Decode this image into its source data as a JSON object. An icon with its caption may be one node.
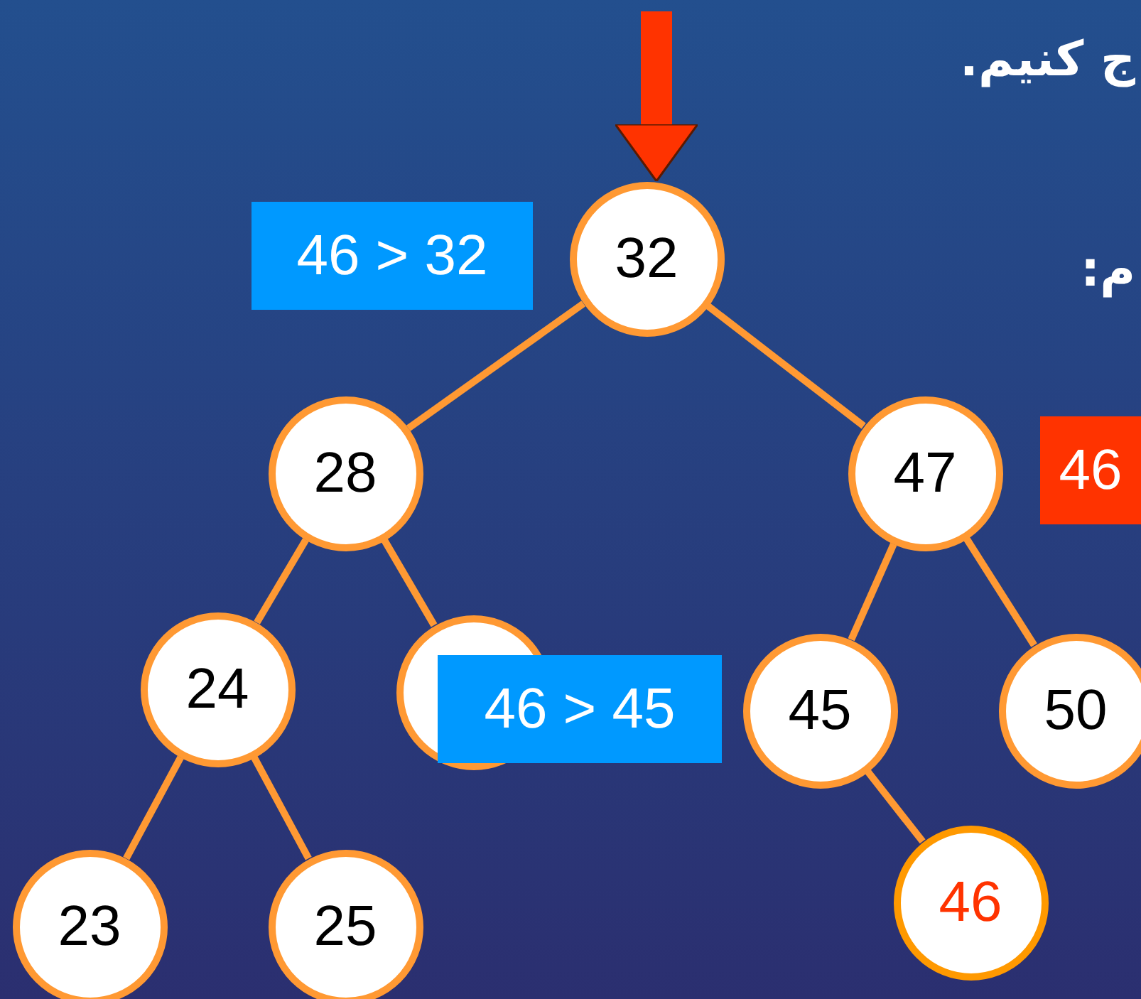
{
  "diagram": {
    "nodes": [
      {
        "text": [
          "32"
        ]
      },
      {
        "text": [
          "28"
        ]
      },
      {
        "text": [
          "47"
        ]
      },
      {
        "text": [
          "24"
        ]
      },
      {
        "text": [],
        "shape": "circle"
      },
      {
        "text": [
          "45"
        ]
      },
      {
        "text": [
          "50"
        ]
      },
      {
        "text": [
          "23"
        ]
      },
      {
        "text": [
          "25"
        ]
      },
      {
        "text": [
          "46"
        ]
      },
      {
        "text": [
          "46 > 32"
        ]
      },
      {
        "text": [
          "46 > 45"
        ]
      },
      {
        "text": [
          "46"
        ]
      }
    ],
    "edges": [
      {
        "from": null,
        "to": 0,
        "arrow": "to",
        "style": "thick",
        "color": "#ff3300"
      },
      {
        "from": 0,
        "to": 1,
        "arrow": "none"
      },
      {
        "from": 0,
        "to": 2,
        "arrow": "none"
      },
      {
        "from": 1,
        "to": 3,
        "arrow": "none"
      },
      {
        "from": 1,
        "to": 4,
        "arrow": "none"
      },
      {
        "from": 2,
        "to": 5,
        "arrow": "none"
      },
      {
        "from": 2,
        "to": 6,
        "arrow": "none"
      },
      {
        "from": 3,
        "to": 7,
        "arrow": "none"
      },
      {
        "from": 3,
        "to": 8,
        "arrow": "none"
      },
      {
        "from": 5,
        "to": 9,
        "arrow": "none"
      }
    ],
    "labels": [
      "ج کنیم.",
      "م:"
    ]
  }
}
